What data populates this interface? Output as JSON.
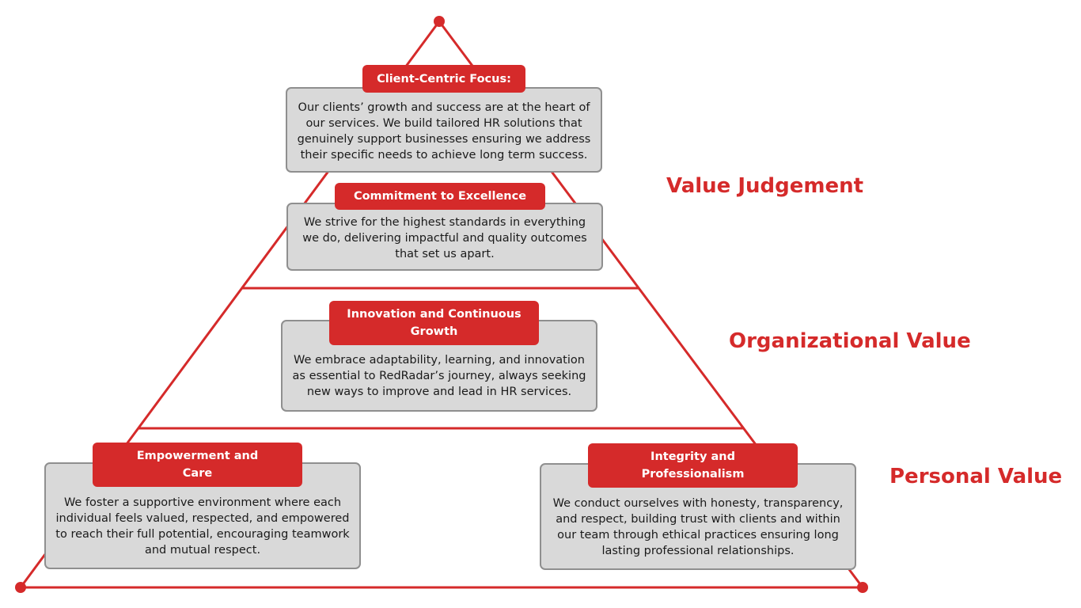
{
  "colors": {
    "accent": "#d52a2a",
    "card_fill": "#d9d9d9",
    "card_border": "#8f8f8f"
  },
  "levels": [
    {
      "label": "Value Judgement"
    },
    {
      "label": "Organizational Value"
    },
    {
      "label": "Personal Value"
    }
  ],
  "values": [
    {
      "title": "Client-Centric Focus:",
      "description": "Our clients’ growth and success are at the heart of our services. We build tailored HR solutions that genuinely support businesses ensuring we address their specific needs to achieve long term success."
    },
    {
      "title": "Commitment to Excellence",
      "description": "We strive for the highest standards in everything we do, delivering impactful and quality outcomes that set us apart."
    },
    {
      "title": "Innovation and Continuous Growth",
      "description": "We embrace adaptability, learning, and innovation as essential to RedRadar’s journey, always seeking new ways to improve and lead in HR services."
    },
    {
      "title_lines": [
        "Empowerment and",
        "Care"
      ],
      "description": "We foster a supportive environment where each individual feels valued, respected, and empowered to reach their full potential, encouraging teamwork and mutual respect."
    },
    {
      "title_lines": [
        "Integrity and",
        "Professionalism"
      ],
      "description": "We conduct ourselves with honesty, transparency, and respect, building trust with clients and within our team through ethical practices ensuring long lasting professional relationships."
    }
  ]
}
